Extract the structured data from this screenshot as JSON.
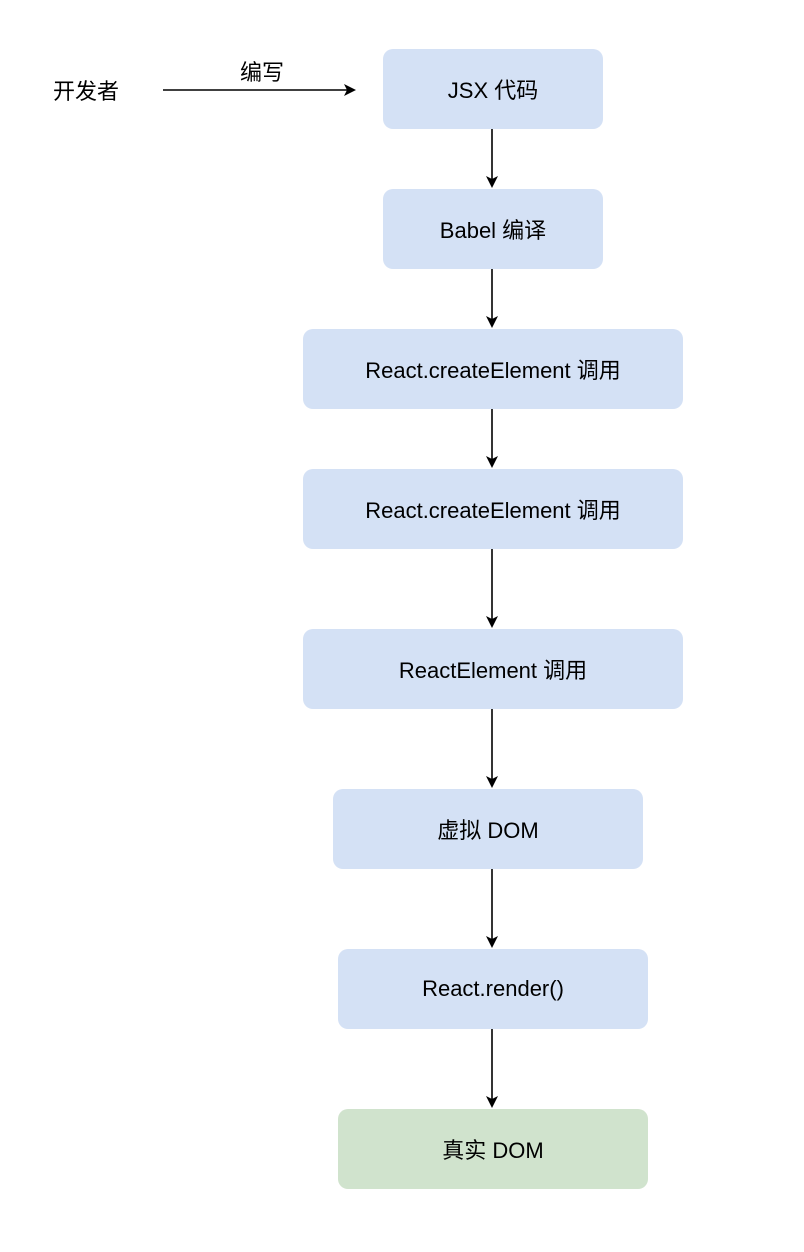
{
  "actor": {
    "label": "开发者"
  },
  "edge_label": "编写",
  "steps": [
    {
      "label": "JSX 代码"
    },
    {
      "label": "Babel 编译"
    },
    {
      "label": "React.createElement 调用"
    },
    {
      "label": "React.createElement 调用"
    },
    {
      "label": "ReactElement 调用"
    },
    {
      "label": "虚拟 DOM"
    },
    {
      "label": "React.render()"
    },
    {
      "label": "真实 DOM"
    }
  ],
  "colors": {
    "step_fill": "#d4e1f5",
    "final_fill": "#d0e3cd",
    "edge": "#000000"
  }
}
